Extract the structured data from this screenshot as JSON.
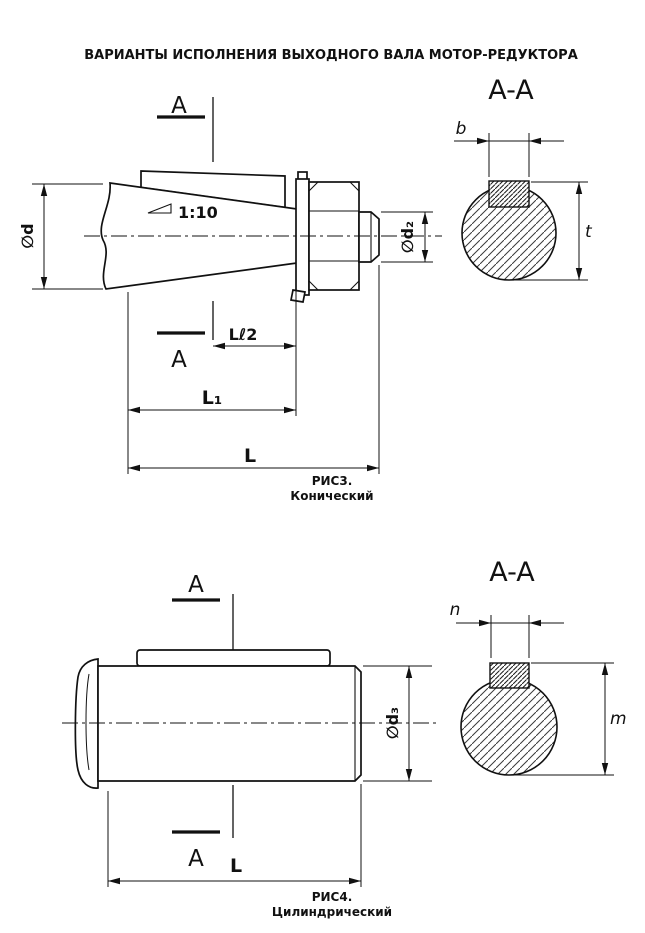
{
  "title": "ВАРИАНТЫ ИСПОЛНЕНИЯ ВЫХОДНОГО ВАЛА МОТОР-РЕДУКТОРА",
  "colors": {
    "line": "#111111",
    "background": "#ffffff"
  },
  "fig3": {
    "section_marker_top": "A",
    "section_marker_bottom": "A",
    "taper_label": "1:10",
    "dim_shaft_diameter": "∅d",
    "dim_thread_diameter": "∅d₂",
    "dim_section_offset": "Lℓ2",
    "dim_cone_length": "L₁",
    "dim_total_length": "L",
    "caption_line1": "РИС3.",
    "caption_line2": "Конический",
    "section_view": {
      "title": "A-A",
      "dim_key_width": "b",
      "dim_key_depth": "t"
    }
  },
  "fig4": {
    "section_marker_top": "A",
    "section_marker_bottom": "A",
    "dim_shaft_diameter": "∅d₃",
    "dim_total_length": "L",
    "caption_line1": "РИС4.",
    "caption_line2": "Цилиндрический",
    "section_view": {
      "title": "A-A",
      "dim_key_width": "n",
      "dim_key_depth": "m"
    }
  }
}
